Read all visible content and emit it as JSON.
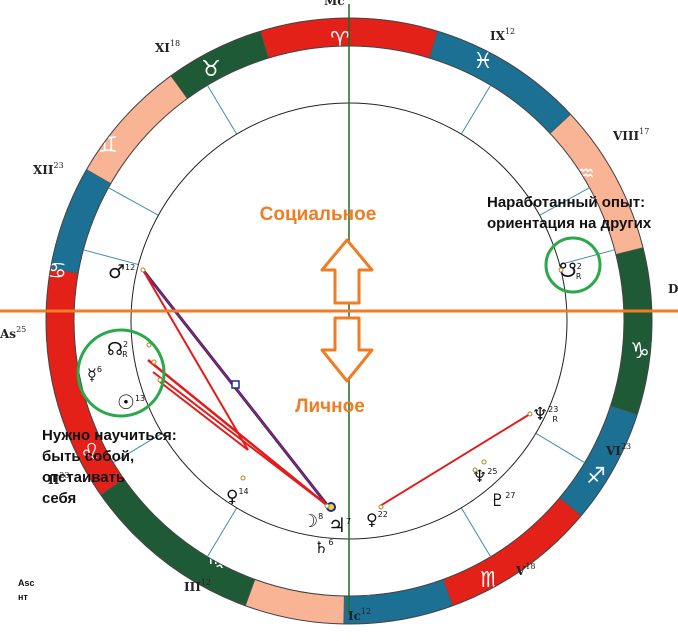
{
  "chart_title": "",
  "colors": {
    "red": "#E32118",
    "teal": "#1C7093",
    "salmon": "#F9B395",
    "green": "#1F5A36",
    "orange": "#F07C24",
    "callout_green": "#2BA84A",
    "aspect_red": "#E41B1B",
    "aspect_blue": "#1D2A97"
  },
  "zodiac": [
    {
      "glyph": "♈",
      "color": "red"
    },
    {
      "glyph": "♓",
      "color": "teal"
    },
    {
      "glyph": "♒",
      "color": "salmon"
    },
    {
      "glyph": "",
      "color": "green"
    },
    {
      "glyph": "♑",
      "color": "teal"
    },
    {
      "glyph": "♐",
      "color": "red"
    },
    {
      "glyph": "♏",
      "color": "teal"
    },
    {
      "glyph": "♎",
      "color": "salmon"
    },
    {
      "glyph": "♍",
      "color": "green"
    },
    {
      "glyph": "♌",
      "color": "red"
    },
    {
      "glyph": "♋",
      "color": "teal"
    },
    {
      "glyph": "♊",
      "color": "salmon"
    },
    {
      "glyph": "♉",
      "color": "green"
    }
  ],
  "houses": [
    {
      "label": "Mc",
      "sup": ""
    },
    {
      "label": "XI",
      "sup": "18"
    },
    {
      "label": "XII",
      "sup": "23"
    },
    {
      "label": "As",
      "sup": "25"
    },
    {
      "label": "II",
      "sup": "23"
    },
    {
      "label": "III",
      "sup": "12"
    },
    {
      "label": "Ic",
      "sup": "12"
    },
    {
      "label": "V",
      "sup": "18"
    },
    {
      "label": "VI",
      "sup": "23"
    },
    {
      "label": "D",
      "sup": ""
    },
    {
      "label": "VIII",
      "sup": "17"
    },
    {
      "label": "IX",
      "sup": "12"
    }
  ],
  "planets": [
    {
      "glyph": "♂",
      "sup": "12",
      "sub": ""
    },
    {
      "glyph": "☊",
      "sup": "2",
      "sub": "R"
    },
    {
      "glyph": "☿",
      "sup": "6",
      "sub": ""
    },
    {
      "glyph": "☉",
      "sup": "13",
      "sub": ""
    },
    {
      "glyph": "♀",
      "sup": "14",
      "sub": ""
    },
    {
      "glyph": "☽",
      "sup": "8",
      "sub": ""
    },
    {
      "glyph": "♃",
      "sup": "7",
      "sub": ""
    },
    {
      "glyph": "♄",
      "sup": "6",
      "sub": ""
    },
    {
      "glyph": "♀",
      "sup": "22",
      "sub": ""
    },
    {
      "glyph": "♇",
      "sup": "27",
      "sub": ""
    },
    {
      "glyph": "♆",
      "sup": "25",
      "sub": ""
    },
    {
      "glyph": "♆",
      "sup": "23",
      "sub": "R"
    },
    {
      "glyph": "☋",
      "sup": "2",
      "sub": "R"
    }
  ],
  "labels": {
    "social": "Социальное",
    "personal": "Личное",
    "experience_line1": "Наработанный опыт:",
    "experience_line2": "ориентация на других",
    "learn_line1": "Нужно научиться:",
    "learn_line2": "быть собой,",
    "learn_line3": "отстаивать",
    "learn_line4": "себя",
    "asc_line1": "Asc",
    "asc_line2": "нт"
  }
}
